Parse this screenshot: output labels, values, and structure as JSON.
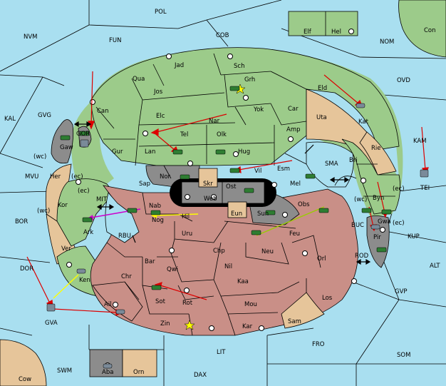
{
  "colors": {
    "sea": "#a9dff0",
    "green": "#9ccb8a",
    "tan": "#e6c59a",
    "red": "#c98f87",
    "grey": "#8c8c8c",
    "black": "#000000"
  },
  "sea_labels": [
    "POL",
    "NVM",
    "FUN",
    "COB",
    "NOM",
    "OVD",
    "KAL",
    "GVG",
    "MVU",
    "BOR",
    "MIT",
    "RBU",
    "SMA",
    "KAM",
    "TEI",
    "KUP",
    "BUC",
    "ROD",
    "ALT",
    "GVP",
    "DOR",
    "GVA",
    "LIT",
    "FRO",
    "SOM",
    "SWM",
    "DAX"
  ],
  "land_labels": [
    "Elf",
    "Hel",
    "Con",
    "Jad",
    "Sch",
    "Grh",
    "Qua",
    "Jos",
    "Eld",
    "Can",
    "Elc",
    "Nar",
    "Yok",
    "Car",
    "Uta",
    "Kat",
    "GOR",
    "Gaw",
    "Tel",
    "Olk",
    "Amp",
    "Rie",
    "Gur",
    "Lan",
    "Hug",
    "Bri",
    "Nor",
    "Vil",
    "Esm",
    "Her",
    "(ec)",
    "(wc)",
    "Sap",
    "Skr",
    "Ost",
    "Mel",
    "Kor",
    "Nab",
    "Web",
    "Obs",
    "Byn",
    "Gwa",
    "Hil",
    "Nog",
    "Sun",
    "Ark",
    "Eun",
    "Pir",
    "Uru",
    "Feu",
    "Ver",
    "Chp",
    "Neu",
    "Bar",
    "Qwi",
    "Nil",
    "Orl",
    "Chr",
    "Ken",
    "Kaa",
    "Sot",
    "Rot",
    "Mou",
    "Los",
    "Ail",
    "Sam",
    "Zin",
    "Kar",
    "Aba",
    "Orn",
    "Cow"
  ],
  "coast_tags": [
    "(wc)",
    "(ec)",
    "(ec)",
    "(wc)",
    "(wc)",
    "(ec)",
    "(ec)"
  ],
  "units": [
    "army",
    "army",
    "army",
    "army",
    "army",
    "army",
    "army",
    "army",
    "army",
    "army",
    "army",
    "army",
    "army",
    "army",
    "army",
    "army",
    "army",
    "army",
    "army",
    "fleet",
    "fleet",
    "fleet",
    "fleet",
    "fleet",
    "fleet",
    "fleet",
    "fleet"
  ]
}
